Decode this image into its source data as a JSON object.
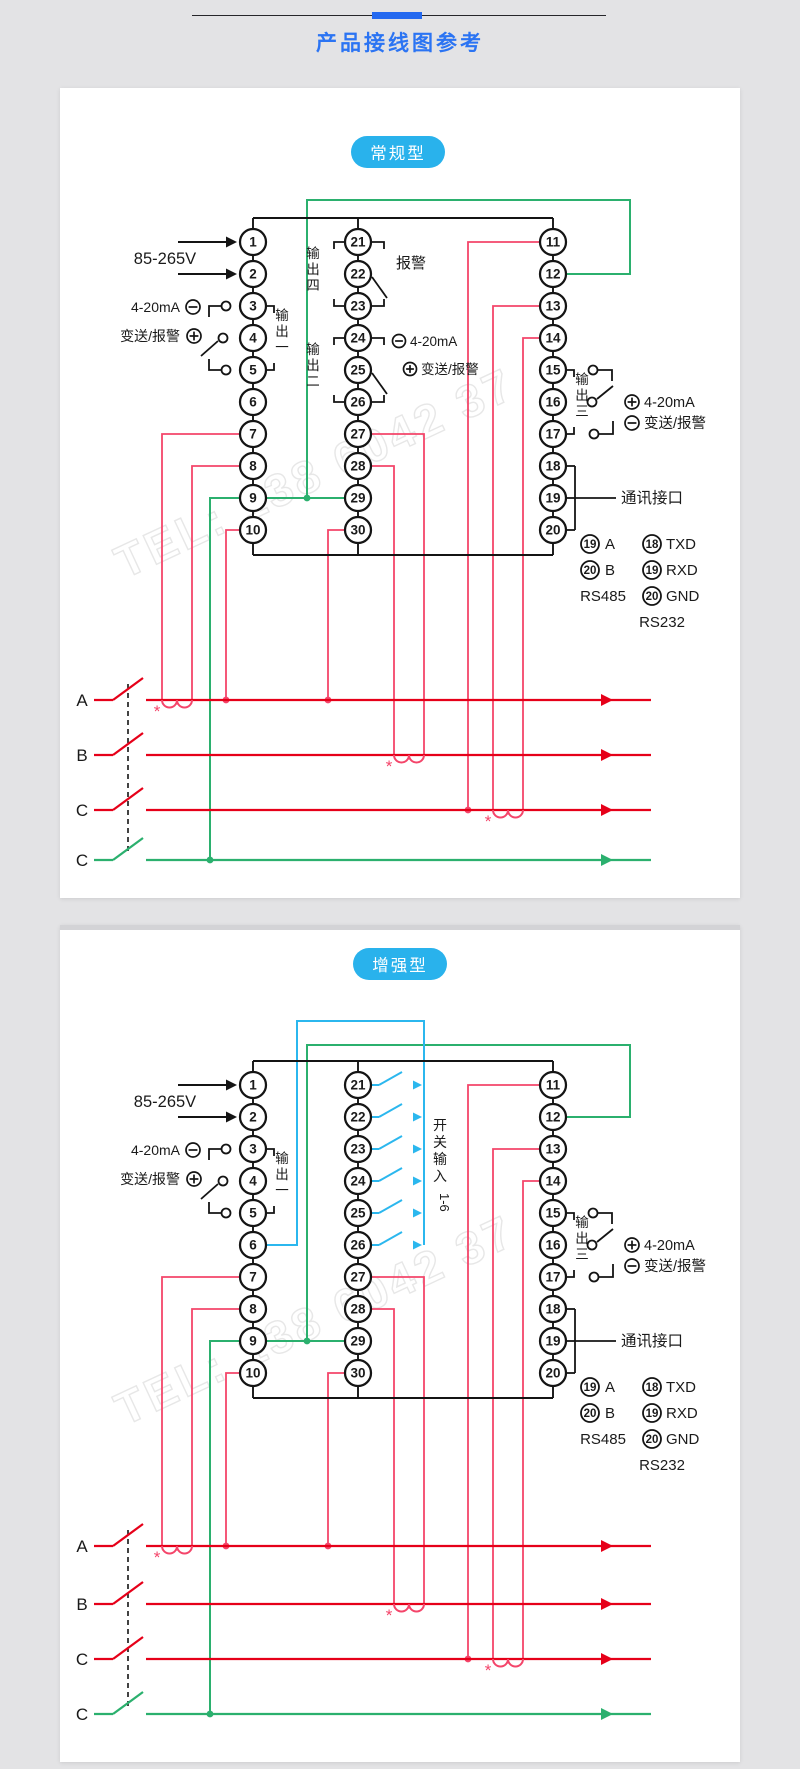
{
  "header": {
    "title": "产品接线图参考"
  },
  "panels": [
    {
      "badge": "常规型",
      "variant": "standard"
    },
    {
      "badge": "增强型",
      "variant": "enhanced"
    }
  ],
  "labels": {
    "power": "85-265V",
    "loop": "4-20mA",
    "transmit": "变送/报警",
    "alarm": "报警",
    "output1": "输出一",
    "output2": "输出二",
    "output3": "输出三",
    "output4": "输出四",
    "comm_port": "通讯接口",
    "switch_input_cjk": "开关输入",
    "switch_input_range": "1-6",
    "phases": [
      "A",
      "B",
      "C",
      "C"
    ],
    "watermark": "TEL: 138 6042 37"
  },
  "terminals": {
    "left": [
      "1",
      "2",
      "3",
      "4",
      "5",
      "6",
      "7",
      "8",
      "9",
      "10"
    ],
    "middle": [
      "21",
      "22",
      "23",
      "24",
      "25",
      "26",
      "27",
      "28",
      "29",
      "30"
    ],
    "right": [
      "11",
      "12",
      "13",
      "14",
      "15",
      "16",
      "17",
      "18",
      "19",
      "20"
    ]
  },
  "comm_legend": {
    "rs485": {
      "label": "RS485",
      "pins": [
        {
          "pin": "19",
          "signal": "A"
        },
        {
          "pin": "20",
          "signal": "B"
        }
      ]
    },
    "rs232": {
      "label": "RS232",
      "pins": [
        {
          "pin": "18",
          "signal": "TXD"
        },
        {
          "pin": "19",
          "signal": "RXD"
        },
        {
          "pin": "20",
          "signal": "GND"
        }
      ]
    }
  },
  "colors": {
    "accent_blue": "#2b74f3",
    "badge_blue": "#29b2ec",
    "wire_red": "#f4456a",
    "phase_red": "#e60019",
    "wire_green": "#2bb06e",
    "wire_cyan": "#2bb7ee",
    "wire_black": "#141414"
  }
}
